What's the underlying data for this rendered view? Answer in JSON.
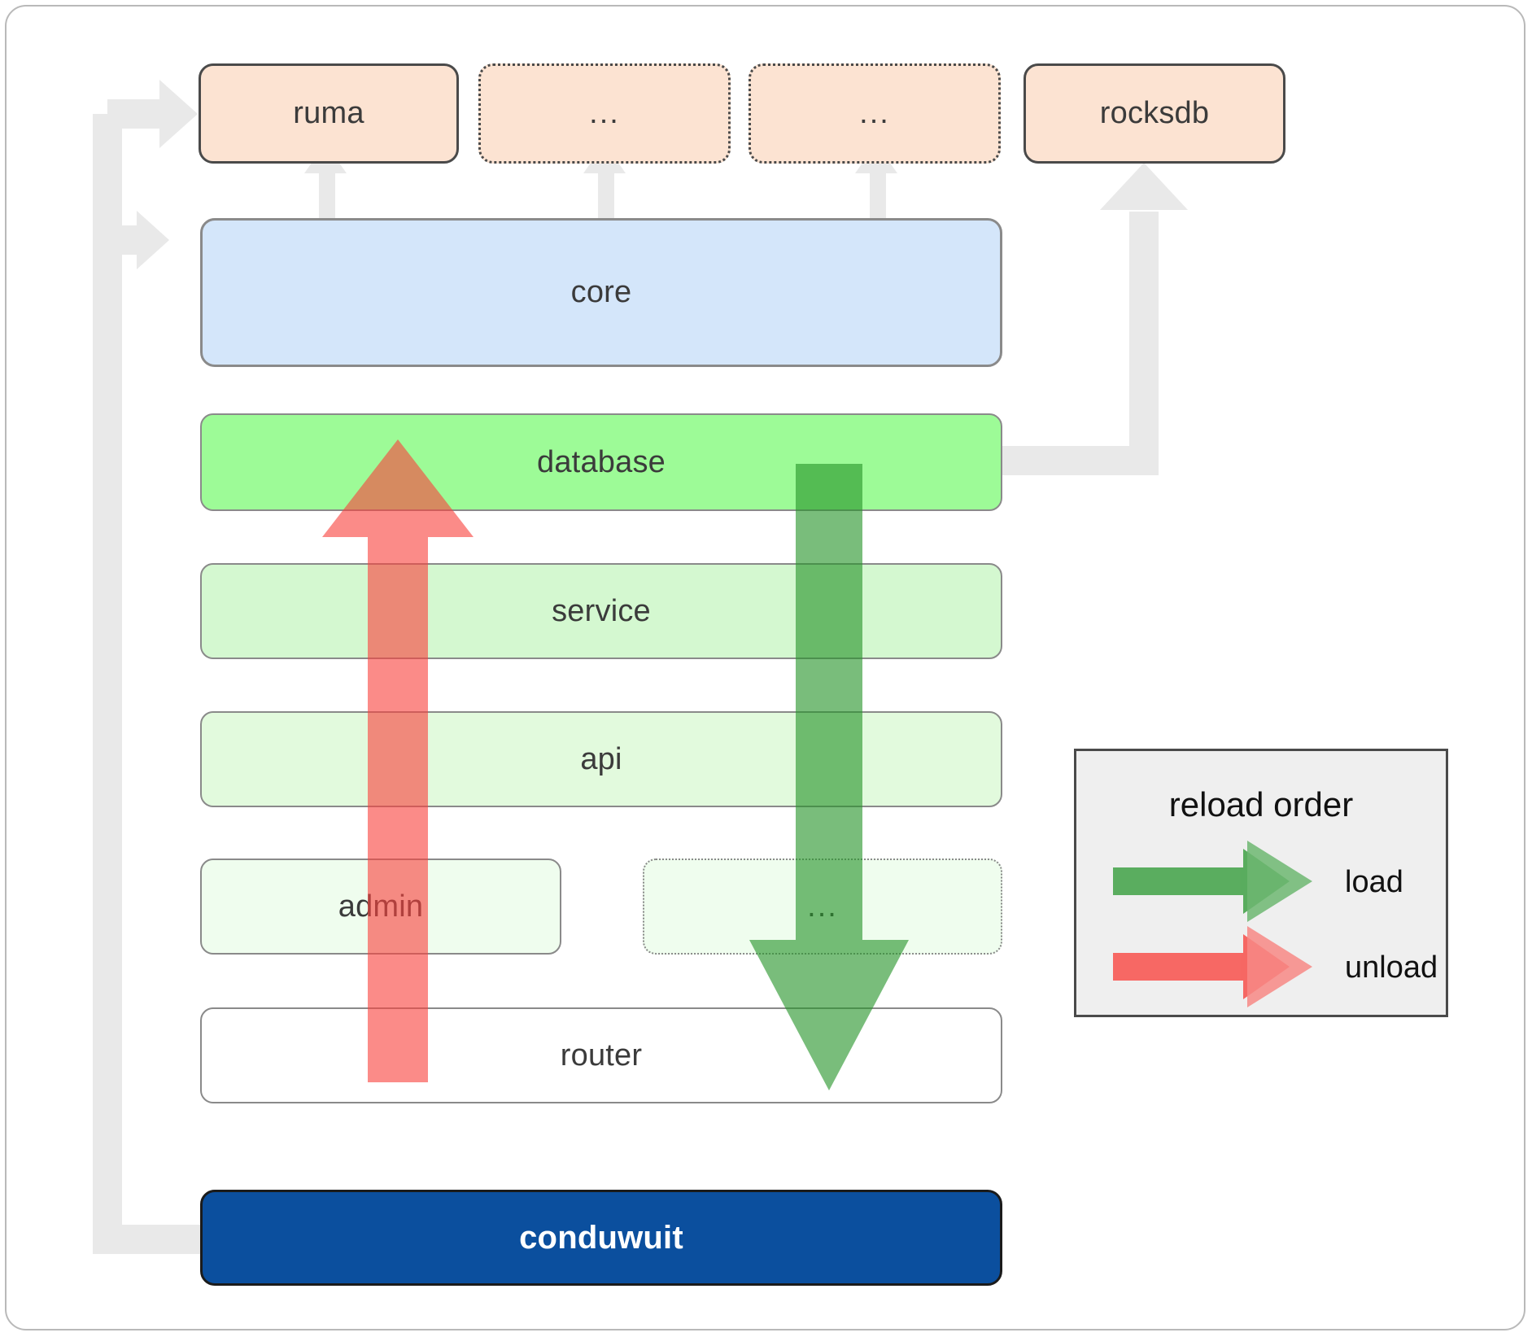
{
  "diagram": {
    "title": "conduwuit crate dependency and reload order diagram",
    "dependencies": [
      {
        "id": "ruma",
        "label": "ruma",
        "style": "solid"
      },
      {
        "id": "dep2",
        "label": "...",
        "style": "dotted"
      },
      {
        "id": "dep3",
        "label": "...",
        "style": "dotted"
      },
      {
        "id": "rocksdb",
        "label": "rocksdb",
        "style": "solid"
      }
    ],
    "core": {
      "id": "core",
      "label": "core"
    },
    "layers": [
      {
        "id": "database",
        "label": "database",
        "fill": "#9dfb97",
        "style": "solid"
      },
      {
        "id": "service",
        "label": "service",
        "fill": "#d4f8d0",
        "style": "solid"
      },
      {
        "id": "api",
        "label": "api",
        "fill": "#e2fadd",
        "style": "solid"
      },
      {
        "id": "admin",
        "label": "admin",
        "fill": "#effdee",
        "style": "solid"
      },
      {
        "id": "more",
        "label": "...",
        "fill": "#effdee",
        "style": "dotted"
      },
      {
        "id": "router",
        "label": "router",
        "fill": "#ffffff",
        "style": "solid"
      }
    ],
    "root": {
      "id": "conduwuit",
      "label": "conduwuit"
    },
    "legend": {
      "title": "reload order",
      "items": [
        {
          "id": "load",
          "label": "load",
          "color": "#58a858"
        },
        {
          "id": "unload",
          "label": "unload",
          "color": "#f98c8c"
        }
      ]
    },
    "colors": {
      "dependency_fill": "#fce3d2",
      "core_fill": "#d4e6fa",
      "root_fill": "#0b4f9e",
      "connector": "#e9e9e9",
      "load_arrow": "#3a9a3a",
      "unload_arrow": "#f76c6c",
      "legend_bg": "#efefef",
      "frame_border": "#b9b9b9"
    }
  }
}
